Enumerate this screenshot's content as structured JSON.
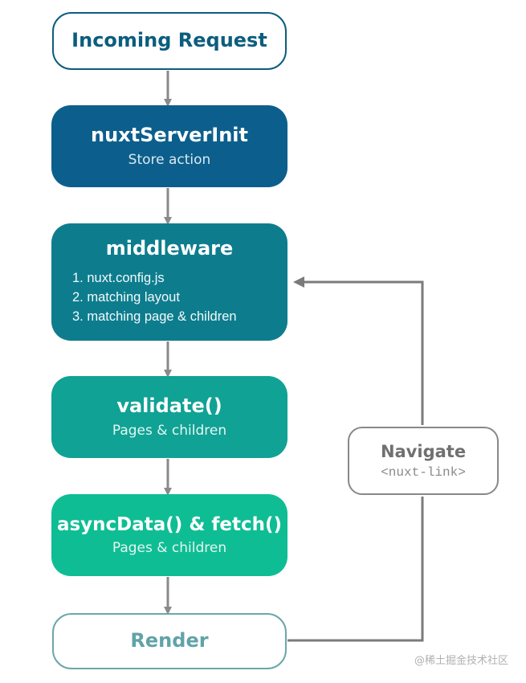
{
  "nodes": {
    "incoming": {
      "title": "Incoming Request"
    },
    "init": {
      "title": "nuxtServerInit",
      "subtitle": "Store action"
    },
    "middleware": {
      "title": "middleware",
      "steps": [
        "1. nuxt.config.js",
        "2. matching layout",
        "3. matching page & children"
      ]
    },
    "validate": {
      "title": "validate()",
      "subtitle": "Pages & children"
    },
    "async": {
      "title": "asyncData() & fetch()",
      "subtitle": "Pages & children"
    },
    "render": {
      "title": "Render"
    },
    "navigate": {
      "title": "Navigate",
      "subtitle": "<nuxt-link>"
    }
  },
  "colors": {
    "arrow": "#8a8a8a",
    "loop": "#7b7b7b"
  },
  "watermark": "@稀土掘金技术社区"
}
